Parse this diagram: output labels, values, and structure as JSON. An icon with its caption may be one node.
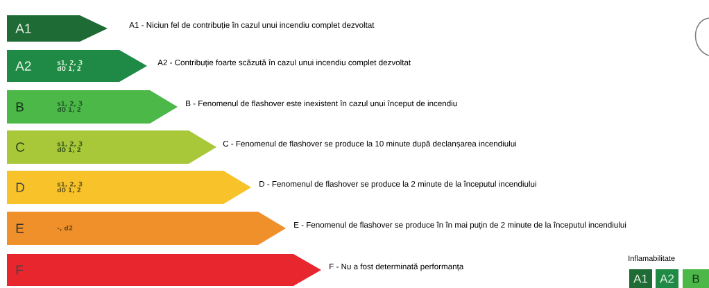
{
  "diagram": {
    "nodes": [
      {
        "text": [
          "A1"
        ],
        "beside": [
          "A1 - Niciun fel de contribuție în cazul unui incendiu complet dezvoltat"
        ]
      },
      {
        "text": [
          "A2",
          "s1, 2, 3 d0 1, 2"
        ],
        "beside": [
          "A2 - Contribuție foarte scăzută în cazul unui incendiu complet dezvoltat"
        ]
      },
      {
        "text": [
          "B",
          "s1, 2, 3 d0 1, 2"
        ],
        "beside": [
          "B - Fenomenul de flashover este inexistent în cazul unui început de incendiu"
        ]
      },
      {
        "text": [
          "C",
          "s1, 2, 3 d0 1, 2"
        ],
        "beside": [
          "C - Fenomenul de flashover se produce la 10 minute după declanșarea incendiului"
        ]
      },
      {
        "text": [
          "D",
          "s1, 2, 3 d0 1, 2"
        ],
        "beside": [
          "D - Fenomenul de flashover se produce la 2 minute de la începutul incendiului"
        ]
      },
      {
        "text": [
          "E",
          "-, d2"
        ],
        "beside": [
          "E - Fenomenul de flashover se produce în în mai puțin de 2 minute de la începutul incendiului"
        ]
      },
      {
        "text": [
          "F"
        ],
        "beside": [
          "F - Nu a fost determinată performanța"
        ]
      },
      {
        "text": [
          "A1"
        ]
      },
      {
        "text": [
          "A2"
        ]
      },
      {
        "text": [
          "B"
        ]
      }
    ],
    "labels": [
      "Inflamabilitate"
    ]
  }
}
